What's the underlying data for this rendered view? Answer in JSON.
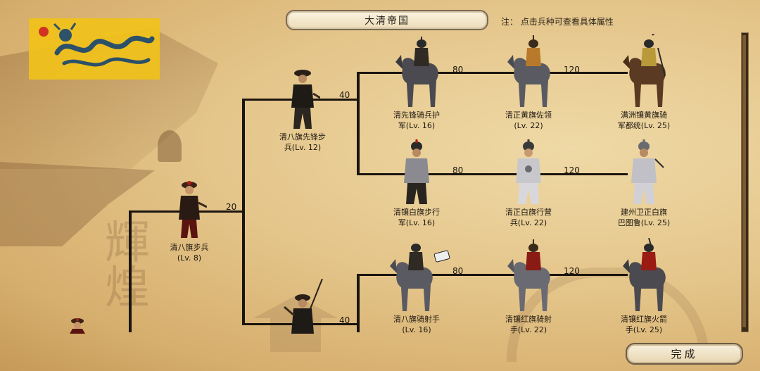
{
  "header": {
    "title": "大清帝国",
    "note": "注：  点击兵种可查看具体属性"
  },
  "background": {
    "calligraphy": "輝煌"
  },
  "tree": {
    "costs": {
      "l1": "20",
      "l2a": "40",
      "l2b": "40",
      "a1": "80",
      "a2": "120",
      "b1": "80",
      "b2": "120",
      "c1": "80",
      "c2": "120"
    },
    "units": {
      "qbabz_bubing": "清八旗步兵\n(Lv. 8)",
      "qbabz_xianfeng": "清八旗先锋步\n兵(Lv. 12)",
      "xianfeng_qibing": "清先锋骑兵护\n军(Lv. 16)",
      "zhenghuang_zuoling": "清正黄旗佐领\n(Lv. 22)",
      "manzhou_xianghuang": "满洲镶黄旗骑\n军都统(Lv. 25)",
      "xiangbai_buxing": "清镶白旗步行\n军(Lv. 16)",
      "zhengbai_xingying": "清正白旗行营\n兵(Lv. 22)",
      "jianzhou_weizhengbai": "建州卫正白旗\n巴图鲁(Lv. 25)",
      "baqi_qisheshou": "清八旗骑射手\n(Lv. 16)",
      "xianghong_qisheshou": "清镶红旗骑射\n手(Lv. 22)",
      "xianghong_huojian": "清镶红旗火箭\n手(Lv. 25)"
    }
  },
  "buttons": {
    "done": "完成"
  },
  "colors": {
    "parchment": "#e4c58a",
    "ink": "#1b150f",
    "flag": "#f1c21a"
  }
}
